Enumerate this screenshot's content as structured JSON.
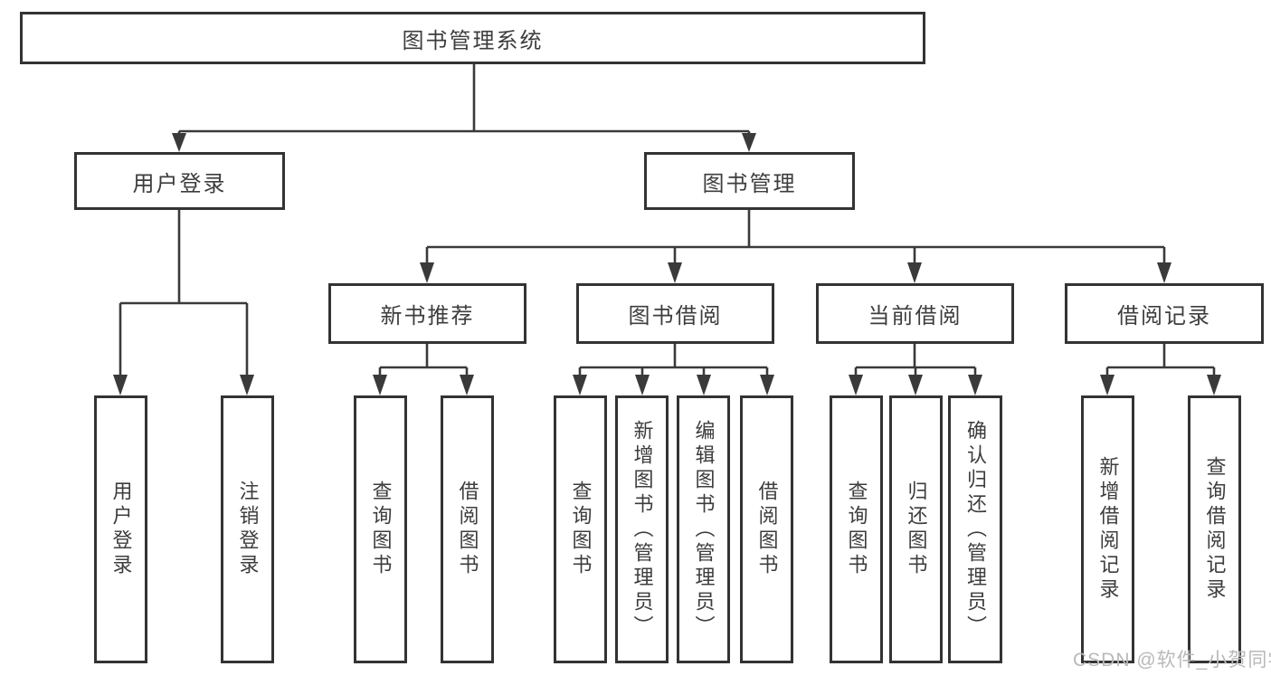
{
  "diagram": {
    "root_label": "图书管理系统",
    "level2": {
      "user_login": "用户登录",
      "book_manage": "图书管理"
    },
    "level3": {
      "new_books": "新书推荐",
      "book_borrow": "图书借阅",
      "current_borrow": "当前借阅",
      "borrow_records": "借阅记录"
    },
    "leaves": {
      "login_group": [
        "用户登录",
        "注销登录"
      ],
      "recommend_group": [
        "查询图书",
        "借阅图书"
      ],
      "borrow_group": [
        "查询图书",
        "新增图书（管理员）",
        "编辑图书（管理员）",
        "借阅图书"
      ],
      "current_group": [
        "查询图书",
        "归还图书",
        "确认归还（管理员）"
      ],
      "records_group": [
        "新增借阅记录",
        "查询借阅记录"
      ]
    }
  },
  "watermark": "CSDN @软件_小贺同学",
  "colors": {
    "line": "#3a3a3a",
    "box_border": "#333333",
    "text": "#3d3d3d",
    "watermark": "#b9b9bc",
    "background": "#ffffff"
  }
}
